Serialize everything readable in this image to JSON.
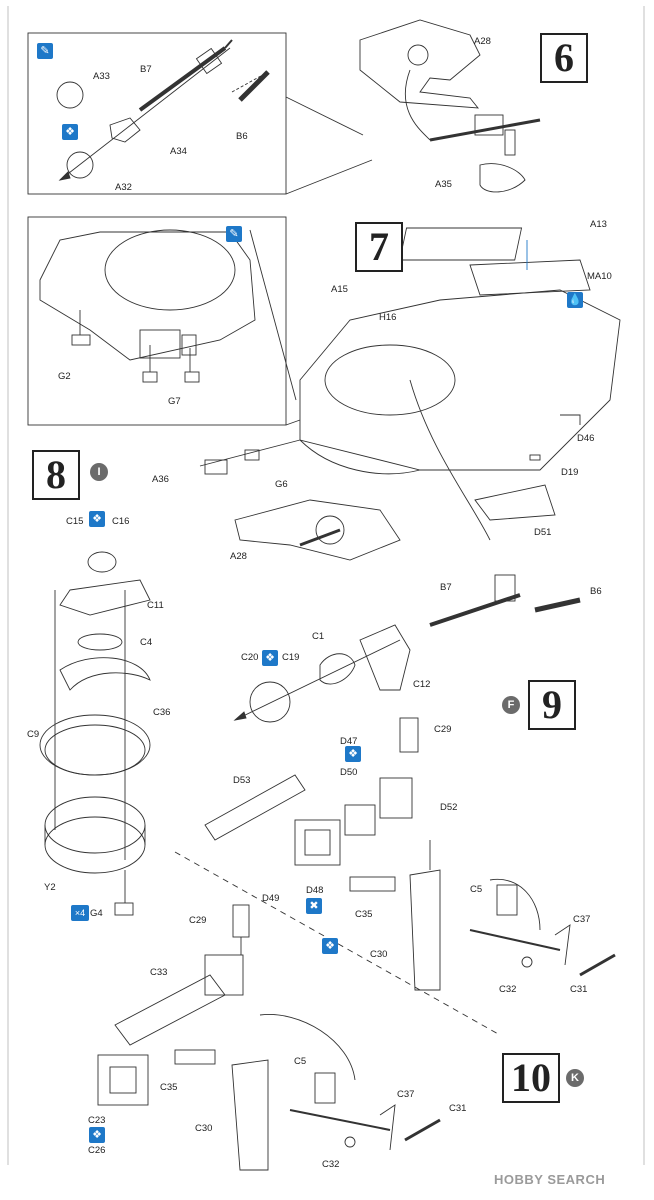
{
  "steps": {
    "step6": "6",
    "step7": "7",
    "step8": "8",
    "step9": "9",
    "step10": "10"
  },
  "badges": {
    "step8_badge": "I",
    "step9_badge": "F",
    "step10_badge": "K"
  },
  "labels": {
    "A28_top": "A28",
    "A33": "A33",
    "B7_inset": "B7",
    "B6_inset": "B6",
    "A34": "A34",
    "A32": "A32",
    "A35": "A35",
    "A13": "A13",
    "MA10": "MA10",
    "A15": "A15",
    "H16": "H16",
    "G2": "G2",
    "G7": "G7",
    "D46": "D46",
    "D19": "D19",
    "D51": "D51",
    "A36": "A36",
    "G6": "G6",
    "A28_mid": "A28",
    "C15": "C15",
    "C16": "C16",
    "C11": "C11",
    "C4": "C4",
    "C36": "C36",
    "C9": "C9",
    "Y2": "Y2",
    "G4": "G4",
    "B7_mid": "B7",
    "B6_mid": "B6",
    "C1": "C1",
    "C20": "C20",
    "C19": "C19",
    "C12": "C12",
    "D47": "D47",
    "D50": "D50",
    "C29_top": "C29",
    "D53": "D53",
    "D52": "D52",
    "D49": "D49",
    "D48": "D48",
    "C35_top": "C35",
    "C5_top": "C5",
    "C37_top": "C37",
    "C30_top": "C30",
    "C32_top": "C32",
    "C31_top": "C31",
    "C29_bot": "C29",
    "C33": "C33",
    "C35_bot": "C35",
    "C23": "C23",
    "C26": "C26",
    "C30_bot": "C30",
    "C5_bot": "C5",
    "C37_bot": "C37",
    "C31_bot": "C31",
    "C32_bot": "C32"
  },
  "icon_texts": {
    "times4": "×4"
  },
  "icons": [
    "paint-icon",
    "option-icon",
    "decal-icon",
    "cement-icon"
  ],
  "colors": {
    "icon_blue": "#1e78c8",
    "badge_gray": "#6b6b6b",
    "line": "#333333"
  },
  "watermark": "HOBBY SEARCH"
}
